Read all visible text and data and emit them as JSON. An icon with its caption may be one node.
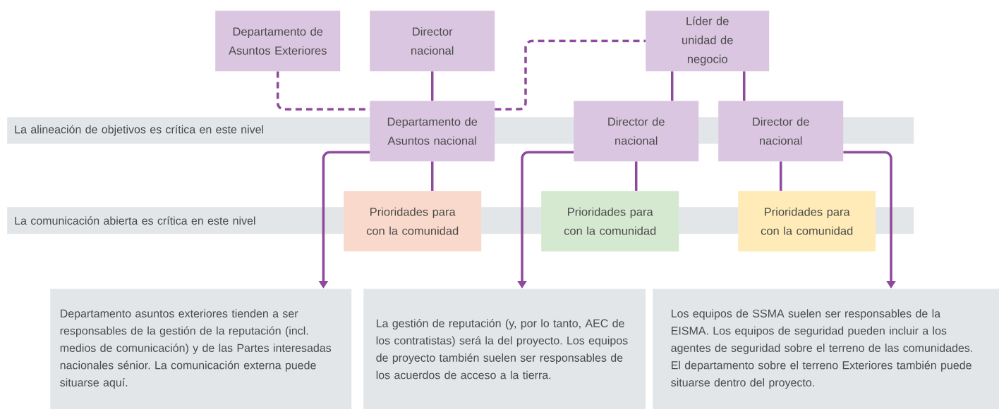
{
  "diagram": {
    "nodes": [
      {
        "text": [
          "Departamento de Asuntos Exteriores"
        ]
      },
      {
        "text": [
          "Director nacional"
        ]
      },
      {
        "text": [
          "Líder de unidad de negocio"
        ]
      },
      {
        "text": [
          "Departamento de Asuntos nacional"
        ]
      },
      {
        "text": [
          "Director de nacional"
        ]
      },
      {
        "text": [
          "Director de nacional"
        ]
      },
      {
        "text": [
          "Prioridades para con la comunidad"
        ]
      },
      {
        "text": [
          "Prioridades para con la comunidad"
        ]
      },
      {
        "text": [
          "Prioridades para con la comunidad"
        ]
      },
      {
        "text": [
          "Departamento asuntos exteriores tienden a ser responsables de la gestión de la reputación (incl. medios de comunicación) y de las Partes interesadas nacionales sénior. La comunicación externa puede situarse aquí."
        ]
      },
      {
        "text": [
          "La gestión de reputación (y, por lo tanto, AEC de los contratistas) será la del proyecto. Los equipos de proyecto también suelen ser responsables de los acuerdos de acceso a la tierra."
        ]
      },
      {
        "text": [
          "Los equipos de SSMA suelen ser responsables de la EISMA. Los equipos de seguridad pueden incluir a los agentes de seguridad sobre el terreno de las comunidades. El departamento sobre el terreno Exteriores también puede situarse dentro del proyecto."
        ]
      }
    ],
    "edges": [
      {
        "from": 0,
        "to": 3,
        "arrow": "none",
        "style": "dashed"
      },
      {
        "from": 3,
        "to": 2,
        "arrow": "none",
        "style": "dashed"
      },
      {
        "from": 1,
        "to": 3,
        "arrow": "none"
      },
      {
        "from": 2,
        "to": 4,
        "arrow": "none"
      },
      {
        "from": 2,
        "to": 5,
        "arrow": "none"
      },
      {
        "from": 3,
        "to": 6,
        "arrow": "none"
      },
      {
        "from": 4,
        "to": 7,
        "arrow": "none"
      },
      {
        "from": 5,
        "to": 8,
        "arrow": "none"
      },
      {
        "from": 3,
        "to": 9,
        "arrow": "to"
      },
      {
        "from": 4,
        "to": 10,
        "arrow": "to"
      },
      {
        "from": 5,
        "to": 11,
        "arrow": "to"
      }
    ],
    "labels": [
      "La alineación de objetivos es crítica en este nivel",
      "La comunicación abierta es crítica en este nivel"
    ]
  }
}
